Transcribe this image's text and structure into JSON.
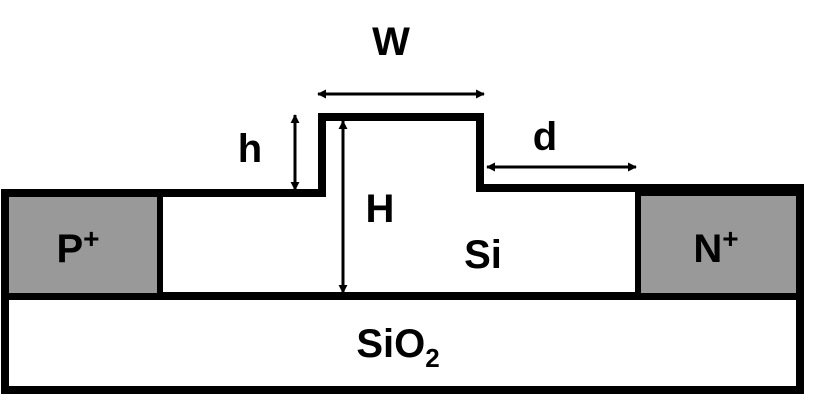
{
  "labels": {
    "width": "W",
    "step_height": "h",
    "total_height": "H",
    "offset": "d",
    "silicon": "Si",
    "oxide_base": "SiO",
    "oxide_sub": "2",
    "p_base": "P",
    "p_sup": "+",
    "n_base": "N",
    "n_sup": "+"
  },
  "colors": {
    "outline": "#000000",
    "silicon_fill": "#ffffff",
    "oxide_fill": "#ffffff",
    "doped_fill": "#999999"
  }
}
